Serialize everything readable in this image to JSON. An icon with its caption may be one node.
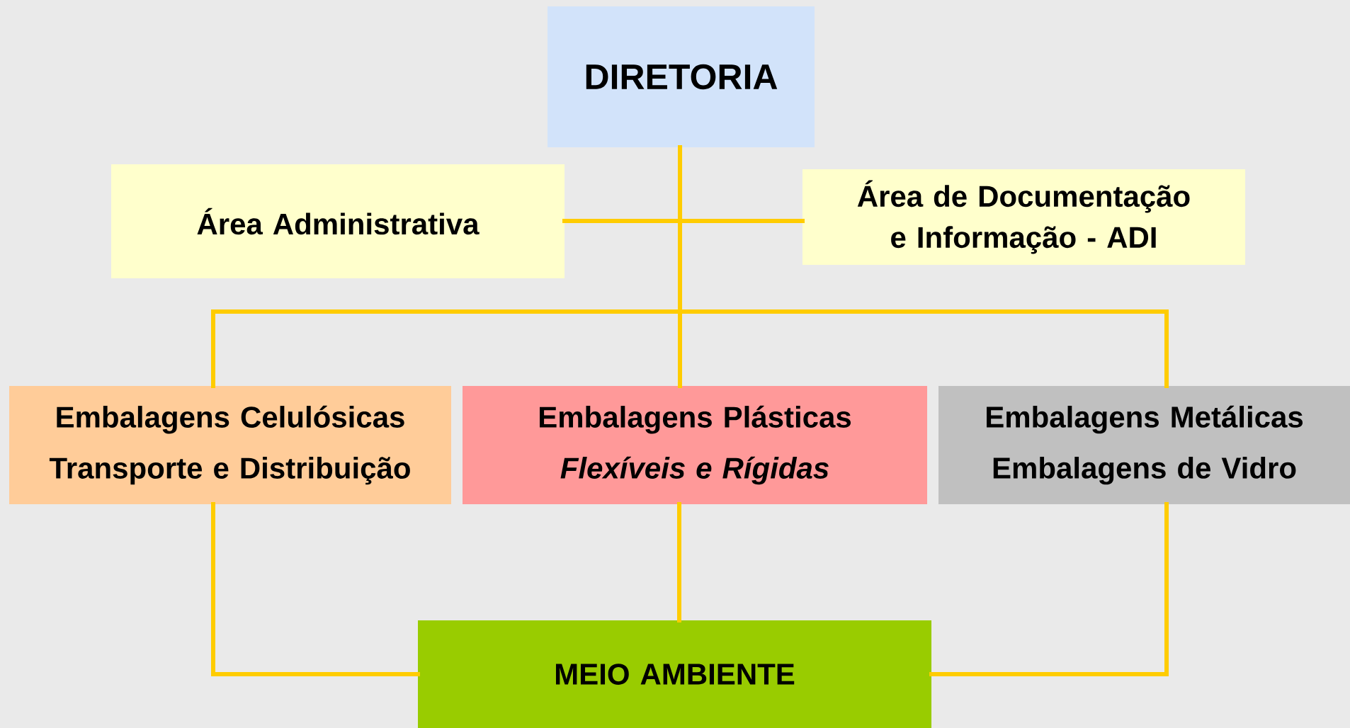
{
  "diagram": {
    "nodes": [
      {
        "text": [
          "DIRETORIA"
        ]
      },
      {
        "text": [
          "Área Administrativa"
        ]
      },
      {
        "text": [
          "Área de Documentação e Informação - ADI"
        ]
      },
      {
        "text": [
          "Embalagens Celulósicas",
          "Transporte e Distribuição"
        ]
      },
      {
        "text": [
          "Embalagens Plásticas",
          "Flexíveis e Rígidas"
        ]
      },
      {
        "text": [
          "Embalagens Metálicas",
          "Embalagens de Vidro"
        ]
      },
      {
        "text": [
          "MEIO AMBIENTE"
        ]
      }
    ],
    "edges": [
      {
        "from": 0,
        "to": 1,
        "arrow": "none"
      },
      {
        "from": 0,
        "to": 2,
        "arrow": "none"
      },
      {
        "from": 0,
        "to": 3,
        "arrow": "none"
      },
      {
        "from": 0,
        "to": 4,
        "arrow": "none"
      },
      {
        "from": 0,
        "to": 5,
        "arrow": "none"
      },
      {
        "from": 3,
        "to": 6,
        "arrow": "none"
      },
      {
        "from": 4,
        "to": 6,
        "arrow": "none"
      },
      {
        "from": 5,
        "to": 6,
        "arrow": "none"
      }
    ]
  }
}
